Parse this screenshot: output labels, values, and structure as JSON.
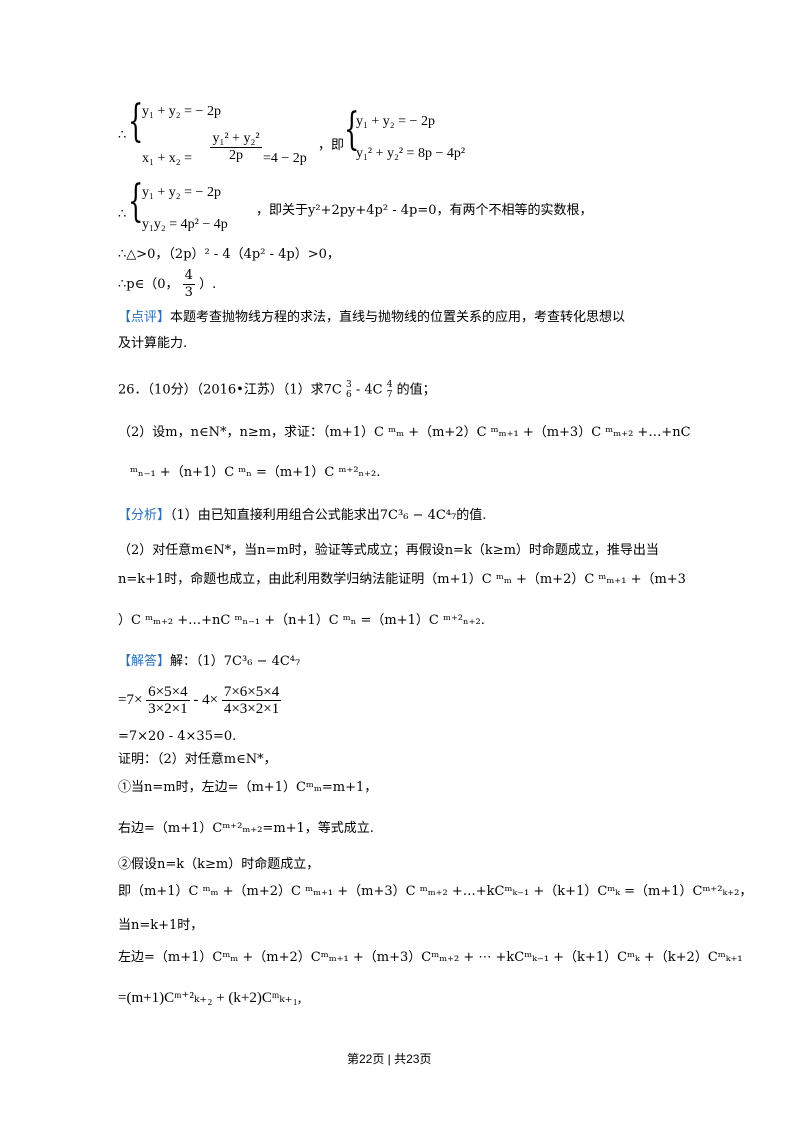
{
  "top_block": {
    "therefore": "∴",
    "sys1_r1": "y₁ + y₂ = − 2p",
    "sys1_r2_left": "x₁ + x₂ =",
    "sys1_r2_num": "y₁² + y₂²",
    "sys1_r2_den": "2p",
    "sys1_r2_right": "=4 − 2p",
    "ji": "，即",
    "sys2_r1": "y₁ + y₂ = − 2p",
    "sys2_r2": "y₁² + y₂² = 8p − 4p²",
    "sys3_r1": "y₁ + y₂ = − 2p",
    "sys3_r2": "y₁y₂ = 4p² − 4p",
    "sys3_text": "，即关于y²+2py+4p² - 4p=0，有两个不相等的实数根，",
    "delta_line": "∴△>0，（2p）² - 4（4p² - 4p）>0，",
    "p_range_pre": "∴p∈（0，",
    "p_range_num": "4",
    "p_range_den": "3",
    "p_range_post": "）.",
    "review_tag": "【点评】",
    "review_text_1": "本题考查抛物线方程的求法，直线与抛物线的位置关系的应用，考查转化思想以",
    "review_text_2": "及计算能力."
  },
  "problem26": {
    "line1": "26．（10分）（2016•江苏）（1）求7C",
    "line1_c1_top": "3",
    "line1_c1_bot": "6",
    "line1_mid": " - 4C",
    "line1_c2_top": "4",
    "line1_c2_bot": "7",
    "line1_end": "的值；",
    "line2": "（2）设m，n∈N*，n≥m，求证：（m+1）C  ᵐₘ +（m+2）C  ᵐₘ₊₁ +（m+3）C  ᵐₘ₊₂ +…+nC",
    "line3": "ᵐₙ₋₁ +（n+1）C  ᵐₙ =（m+1）C  ᵐ⁺²ₙ₊₂."
  },
  "analysis": {
    "tag": "【分析】",
    "line1": "（1）由已知直接利用组合公式能求出7C³₆ − 4C⁴₇的值.",
    "line2": "（2）对任意m∈N*，当n=m时，验证等式成立；再假设n=k（k≥m）时命题成立，推导出当",
    "line3": "n=k+1时，命题也成立，由此利用数学归纳法能证明（m+1）C  ᵐₘ +（m+2）C  ᵐₘ₊₁ +（m+3",
    "line4": "）C  ᵐₘ₊₂ +…+nC  ᵐₙ₋₁ +（n+1）C  ᵐₙ =（m+1）C  ᵐ⁺²ₙ₊₂."
  },
  "solution": {
    "tag": "【解答】",
    "label": "解：（1）7C³₆ − 4C⁴₇",
    "calc_prefix": "=7×",
    "calc_num1": "6×5×4",
    "calc_den1": "3×2×1",
    "calc_mid": " - 4×",
    "calc_num2": "7×6×5×4",
    "calc_den2": "4×3×2×1",
    "result": "=7×20 - 4×35=0.",
    "proof_intro": "证明：（2）对任意m∈N*，",
    "step1": "①当n=m时，左边=（m+1）Cᵐₘ=m+1，",
    "step1b": "右边=（m+1）Cᵐ⁺²ₘ₊₂=m+1，等式成立.",
    "step2": "②假设n=k（k≥m）时命题成立，",
    "step2_eq": "即（m+1）C  ᵐₘ +（m+2）C  ᵐₘ₊₁ +（m+3）C  ᵐₘ₊₂ +…+kCᵐₖ₋₁ +（k+1）Cᵐₖ =（m+1）Cᵐ⁺²ₖ₊₂，",
    "step3": "当n=k+1时，",
    "left_side": "左边=（m+1）Cᵐₘ +（m+2）Cᵐₘ₊₁ +（m+3）Cᵐₘ₊₂ + ⋯ +kCᵐₖ₋₁ +（k+1）Cᵐₖ +（k+2）Cᵐₖ₊₁",
    "final": "=(m+1)Cᵐ⁺²ₖ₊₂ + (k+2)Cᵐₖ₊₁,"
  },
  "footer": {
    "text": "第22页 | 共23页"
  },
  "colors": {
    "tag_blue": "#2e6fb7",
    "text": "#000000"
  }
}
